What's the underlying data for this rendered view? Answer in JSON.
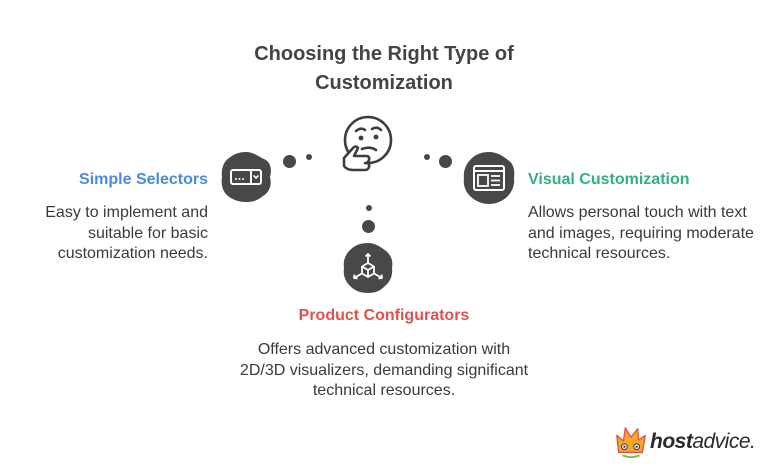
{
  "title": "Choosing the Right Type of Customization",
  "center": {
    "icon": "thinking-face-icon"
  },
  "options": {
    "simple": {
      "heading": "Simple Selectors",
      "description": "Easy to implement and suitable for basic customization needs.",
      "icon": "selector-dropdown-icon",
      "color": "#4a8ae3"
    },
    "visual": {
      "heading": "Visual Customization",
      "description": "Allows personal touch with text and images, requiring moderate technical resources.",
      "icon": "layout-window-icon",
      "color": "#32b17e"
    },
    "product": {
      "heading": "Product Configurators",
      "description": "Offers advanced customization with 2D/3D visualizers, demanding significant technical resources.",
      "icon": "3d-cube-icon",
      "color": "#e0514f"
    }
  },
  "brand": {
    "bold": "host",
    "rest": "advice."
  }
}
